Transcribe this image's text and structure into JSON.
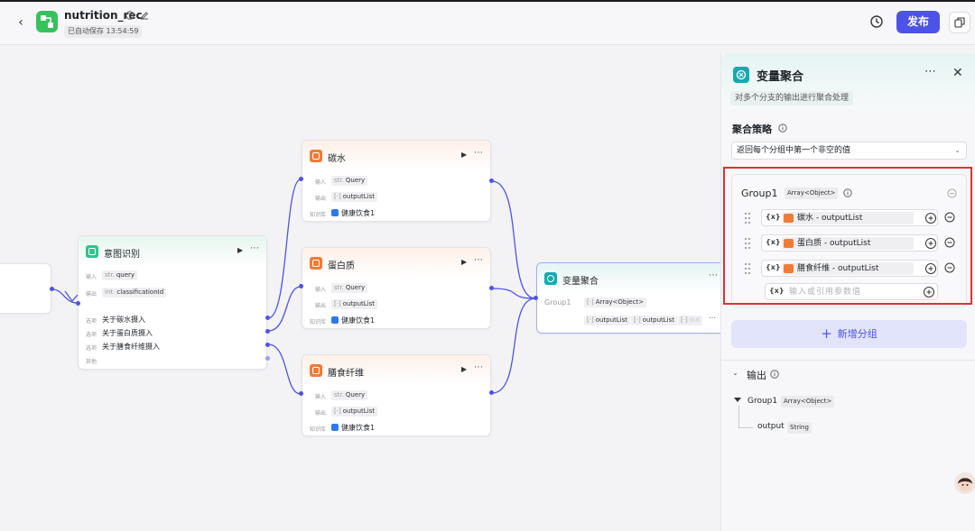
{
  "header": {
    "title": "nutrition_rec",
    "autosave": "已自动保存 13:54:59",
    "publish_label": "发布"
  },
  "canvas": {
    "intent_node": {
      "title": "意图识别",
      "input_label": "输入",
      "input_tag_prefix": "str.",
      "input_tag": "query",
      "output_label": "输出",
      "output_tag_prefix": "int.",
      "output_tag": "classificationId",
      "options": [
        {
          "label": "选项",
          "text": "关于碳水摄入"
        },
        {
          "label": "选项",
          "text": "关于蛋白质摄入"
        },
        {
          "label": "选项",
          "text": "关于膳食纤维摄入"
        }
      ],
      "other_label": "其他"
    },
    "kb_nodes": [
      {
        "title": "碳水",
        "input_label": "输入",
        "input_tag_prefix": "str.",
        "input_tag": "Query",
        "output_label": "输出",
        "output_tag_prefix": "[·]",
        "output_tag": "outputList",
        "kb_label": "知识库",
        "kb_name": "健康饮食1"
      },
      {
        "title": "蛋白质",
        "input_label": "输入",
        "input_tag_prefix": "str.",
        "input_tag": "Query",
        "output_label": "输出",
        "output_tag_prefix": "[·]",
        "output_tag": "outputList",
        "kb_label": "知识库",
        "kb_name": "健康饮食1"
      },
      {
        "title": "膳食纤维",
        "input_label": "输入",
        "input_tag_prefix": "str.",
        "input_tag": "Query",
        "output_label": "输出",
        "output_tag_prefix": "[·]",
        "output_tag": "outputList",
        "kb_label": "知识库",
        "kb_name": "健康饮食1"
      }
    ],
    "agg_node": {
      "title": "变量聚合",
      "group_label": "Group1",
      "group_type_prefix": "[·]",
      "group_type": "Array<Object>",
      "out_tags": [
        "outputList",
        "outputList",
        "out"
      ],
      "out_tag_prefix": "[·]"
    }
  },
  "panel": {
    "title": "变量聚合",
    "description": "对多个分支的输出进行聚合处理",
    "strategy_title": "聚合策略",
    "strategy_value": "返回每个分组中第一个非空的值",
    "group": {
      "name": "Group1",
      "type": "Array<Object>",
      "brace": "{x}",
      "vars": [
        {
          "text": "碳水 - outputList"
        },
        {
          "text": "蛋白质 - outputList"
        },
        {
          "text": "膳食纤维 - outputList"
        }
      ],
      "input_placeholder": "输入或引用参数值"
    },
    "add_group_label": "新增分组",
    "output_title": "输出",
    "outputs": {
      "group_name": "Group1",
      "group_type": "Array<Object>",
      "child_name": "output",
      "child_type": "String"
    }
  },
  "colors": {
    "accent": "#4d53e8",
    "kb_orange": "#f27b35",
    "intent_green": "#2fc38e",
    "agg_teal": "#16aab0",
    "highlight_red": "#e03131"
  }
}
